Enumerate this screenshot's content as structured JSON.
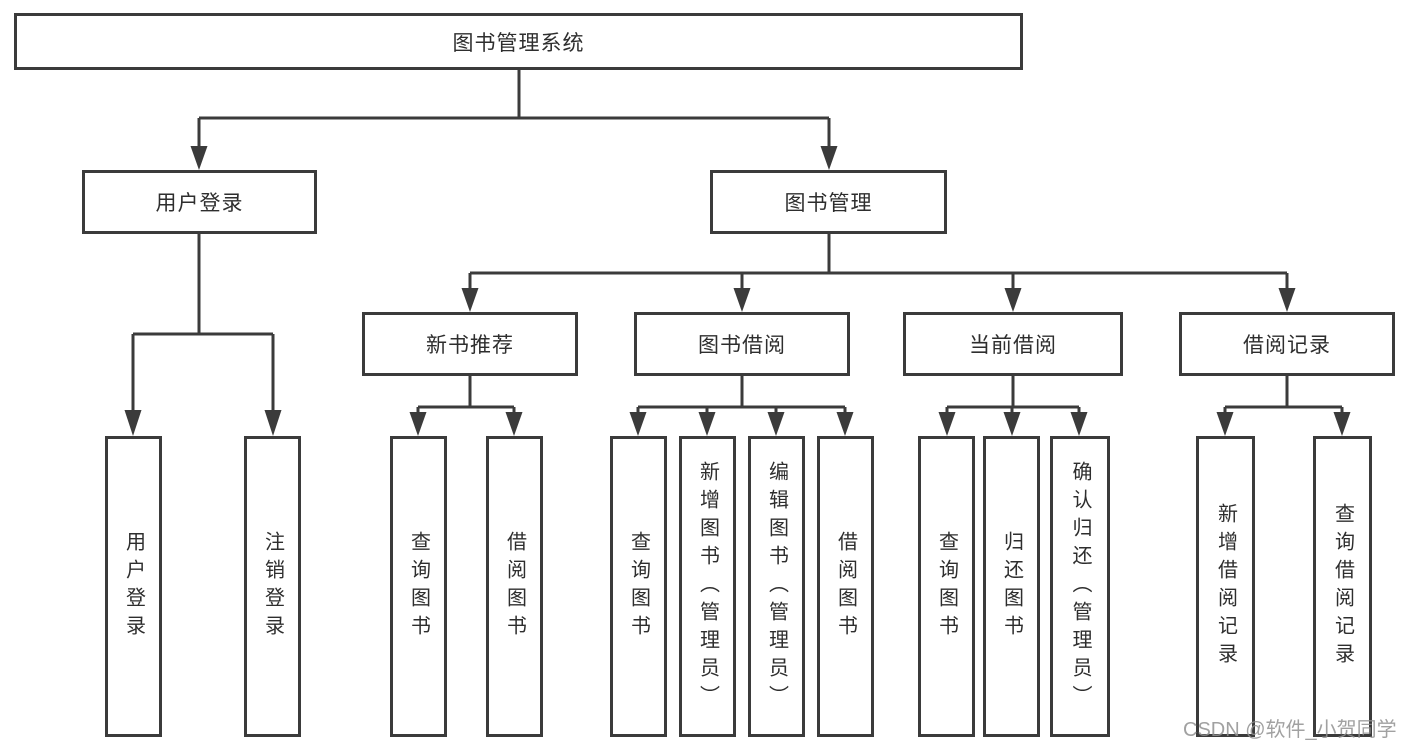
{
  "tree": {
    "label": "图书管理系统",
    "children": [
      {
        "label": "用户登录",
        "children": [
          {
            "label": "用户登录"
          },
          {
            "label": "注销登录"
          }
        ]
      },
      {
        "label": "图书管理",
        "children": [
          {
            "label": "新书推荐",
            "children": [
              {
                "label": "查询图书"
              },
              {
                "label": "借阅图书"
              }
            ]
          },
          {
            "label": "图书借阅",
            "children": [
              {
                "label": "查询图书"
              },
              {
                "label": "新增图书（管理员）"
              },
              {
                "label": "编辑图书（管理员）"
              },
              {
                "label": "借阅图书"
              }
            ]
          },
          {
            "label": "当前借阅",
            "children": [
              {
                "label": "查询图书"
              },
              {
                "label": "归还图书"
              },
              {
                "label": "确认归还（管理员）"
              }
            ]
          },
          {
            "label": "借阅记录",
            "children": [
              {
                "label": "新增借阅记录"
              },
              {
                "label": "查询借阅记录"
              }
            ]
          }
        ]
      }
    ]
  },
  "watermark": {
    "text": "CSDN @软件_小贺同学"
  },
  "colors": {
    "line": "#3b3b3b",
    "box_border": "#3b3b3b",
    "box_fill": "#ffffff",
    "text": "#2e2e2e",
    "watermark": "#919191",
    "background": "#ffffff"
  }
}
